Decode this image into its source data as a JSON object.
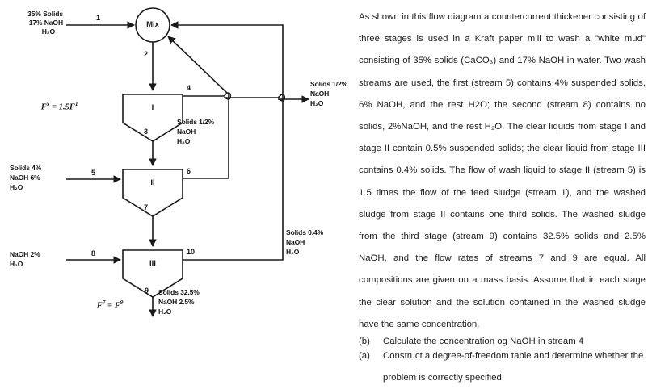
{
  "diagram": {
    "title_alt": "countercurrent-thickener-flow-diagram",
    "mixer": {
      "label": "Mix"
    },
    "stages": [
      {
        "id": "stage-1",
        "label": "I"
      },
      {
        "id": "stage-2",
        "label": "II"
      },
      {
        "id": "stage-3",
        "label": "III"
      }
    ],
    "stream_numbers": {
      "s1": "1",
      "s2": "2",
      "s3": "3",
      "s4": "4",
      "s5": "5",
      "s6": "6",
      "s7": "7",
      "s8": "8",
      "s9": "9",
      "s10": "10"
    },
    "labels": {
      "feed": "35% Solids\n17% NaOH\n   H₂O",
      "feed_line1": "35% Solids",
      "feed_line2": "17% NaOH",
      "feed_line3": "H₂O",
      "wash1_line1": "Solids 4%",
      "wash1_line2": "NaOH 6%",
      "wash1_line3": "H₂O",
      "wash2_line1": "NaOH 2%",
      "wash2_line2": "H₂O",
      "overflow_mid_line1": "Solids 1/2%",
      "overflow_mid_line2": "NaOH",
      "overflow_mid_line3": "H₂O",
      "product_line1": "Solids 1/2%",
      "product_line2": "NaOH",
      "product_line3": "H₂O",
      "stage3_overflow_line1": "Solids 0.4%",
      "stage3_overflow_line2": "NaOH",
      "stage3_overflow_line3": "H₂O",
      "sludge_line1": "Solids 32.5%",
      "sludge_line2": "NaOH 2.5%",
      "sludge_line3": "H₂O"
    },
    "equations": {
      "eq_f5": {
        "lhs": "F",
        "lhs_sup": "5",
        "op": " = ",
        "rhs": "1.5F",
        "rhs_sup": "1"
      },
      "eq_f7": {
        "lhs": "F",
        "lhs_sup": "7",
        "op": " = ",
        "rhs": "F",
        "rhs_sup": "9"
      }
    },
    "colors": {
      "line": "#1a1a1a",
      "text": "#151515",
      "background": "#ffffff"
    }
  },
  "problem": {
    "paragraph": "As shown in this flow diagram a countercurrent thickener consisting of three stages is used in a Kraft paper mill to wash a \"white mud\" consisting of 35% solids (CaCO₃) and 17% NaOH in water. Two wash streams are used, the first (stream 5) contains 4% suspended solids, 6% NaOH, and the rest H2O; the second (stream 8) contains no solids, 2%NaOH, and the rest H₂O. The clear liquids from stage I and stage II contain 0.5% suspended solids; the clear liquid from stage III contains 0.4% solids. The flow of wash liquid to stage II (stream 5) is 1.5 times the flow of the feed sludge (stream 1), and the washed sludge from stage II contains one third solids. The washed sludge from the third stage (stream 9) contains 32.5% solids and 2.5% NaOH, and the flow rates of streams 7 and 9 are equal. All compositions are given on a mass basis. Assume that in each stage the clear solution and the solution contained in the washed sludge have the same concentration.",
    "questions": [
      {
        "marker": "(a)",
        "text": "Construct a degree-of-freedom table and determine whether the problem is correctly specified."
      },
      {
        "marker": "(b)",
        "text": "Calculate the concentration og NaOH in stream 4"
      }
    ]
  }
}
